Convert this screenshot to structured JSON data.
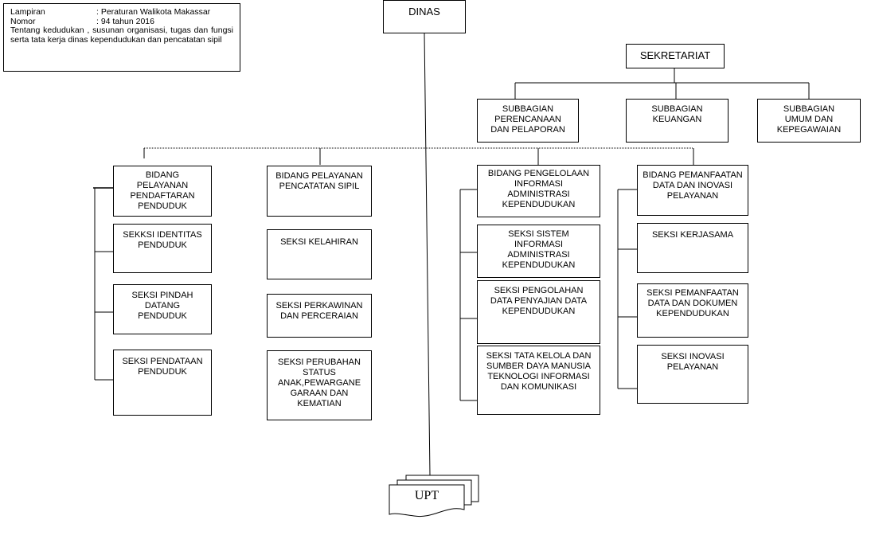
{
  "header": {
    "lampiran_label": "Lampiran",
    "lampiran_value": ": Peraturan Walikota Makassar",
    "nomor_label": "Nomor",
    "nomor_value": ": 94 tahun 2016",
    "description": "Tentang kedudukan , susunan organisasi, tugas dan fungsi serta tata kerja dinas kependudukan dan pencatatan sipil"
  },
  "org": {
    "dinas": "DINAS",
    "sekretariat": "SEKRETARIAT",
    "subbagian": [
      "SUBBAGIAN PERENCANAAN DAN PELAPORAN",
      "SUBBAGIAN KEUANGAN",
      "SUBBAGIAN UMUM DAN KEPEGAWAIAN"
    ],
    "bidang1": {
      "title": "BIDANG PELAYANAN PENDAFTARAN PENDUDUK",
      "seksi": [
        "SEKKSI IDENTITAS PENDUDUK",
        "SEKSI PINDAH DATANG PENDUDUK",
        "SEKSI PENDATAAN PENDUDUK"
      ]
    },
    "bidang2": {
      "title": "BIDANG PELAYANAN PENCATATAN SIPIL",
      "seksi": [
        "SEKSI KELAHIRAN",
        "SEKSI PERKAWINAN DAN PERCERAIAN",
        "SEKSI PERUBAHAN STATUS ANAK,PEWARGANE GARAAN DAN KEMATIAN"
      ]
    },
    "bidang3": {
      "title": "BIDANG PENGELOLAAN INFORMASI ADMINISTRASI KEPENDUDUKAN",
      "seksi": [
        "SEKSI SISTEM INFORMASI ADMINISTRASI KEPENDUDUKAN",
        "SEKSI PENGOLAHAN DATA PENYAJIAN DATA KEPENDUDUKAN",
        "SEKSI TATA KELOLA DAN SUMBER DAYA MANUSIA TEKNOLOGI INFORMASI DAN KOMUNIKASI"
      ]
    },
    "bidang4": {
      "title": "BIDANG PEMANFAATAN DATA DAN INOVASI PELAYANAN",
      "seksi": [
        "SEKSI KERJASAMA",
        "SEKSI PEMANFAATAN DATA DAN DOKUMEN KEPENDUDUKAN",
        "SEKSI INOVASI PELAYANAN"
      ]
    },
    "upt": "UPT"
  }
}
